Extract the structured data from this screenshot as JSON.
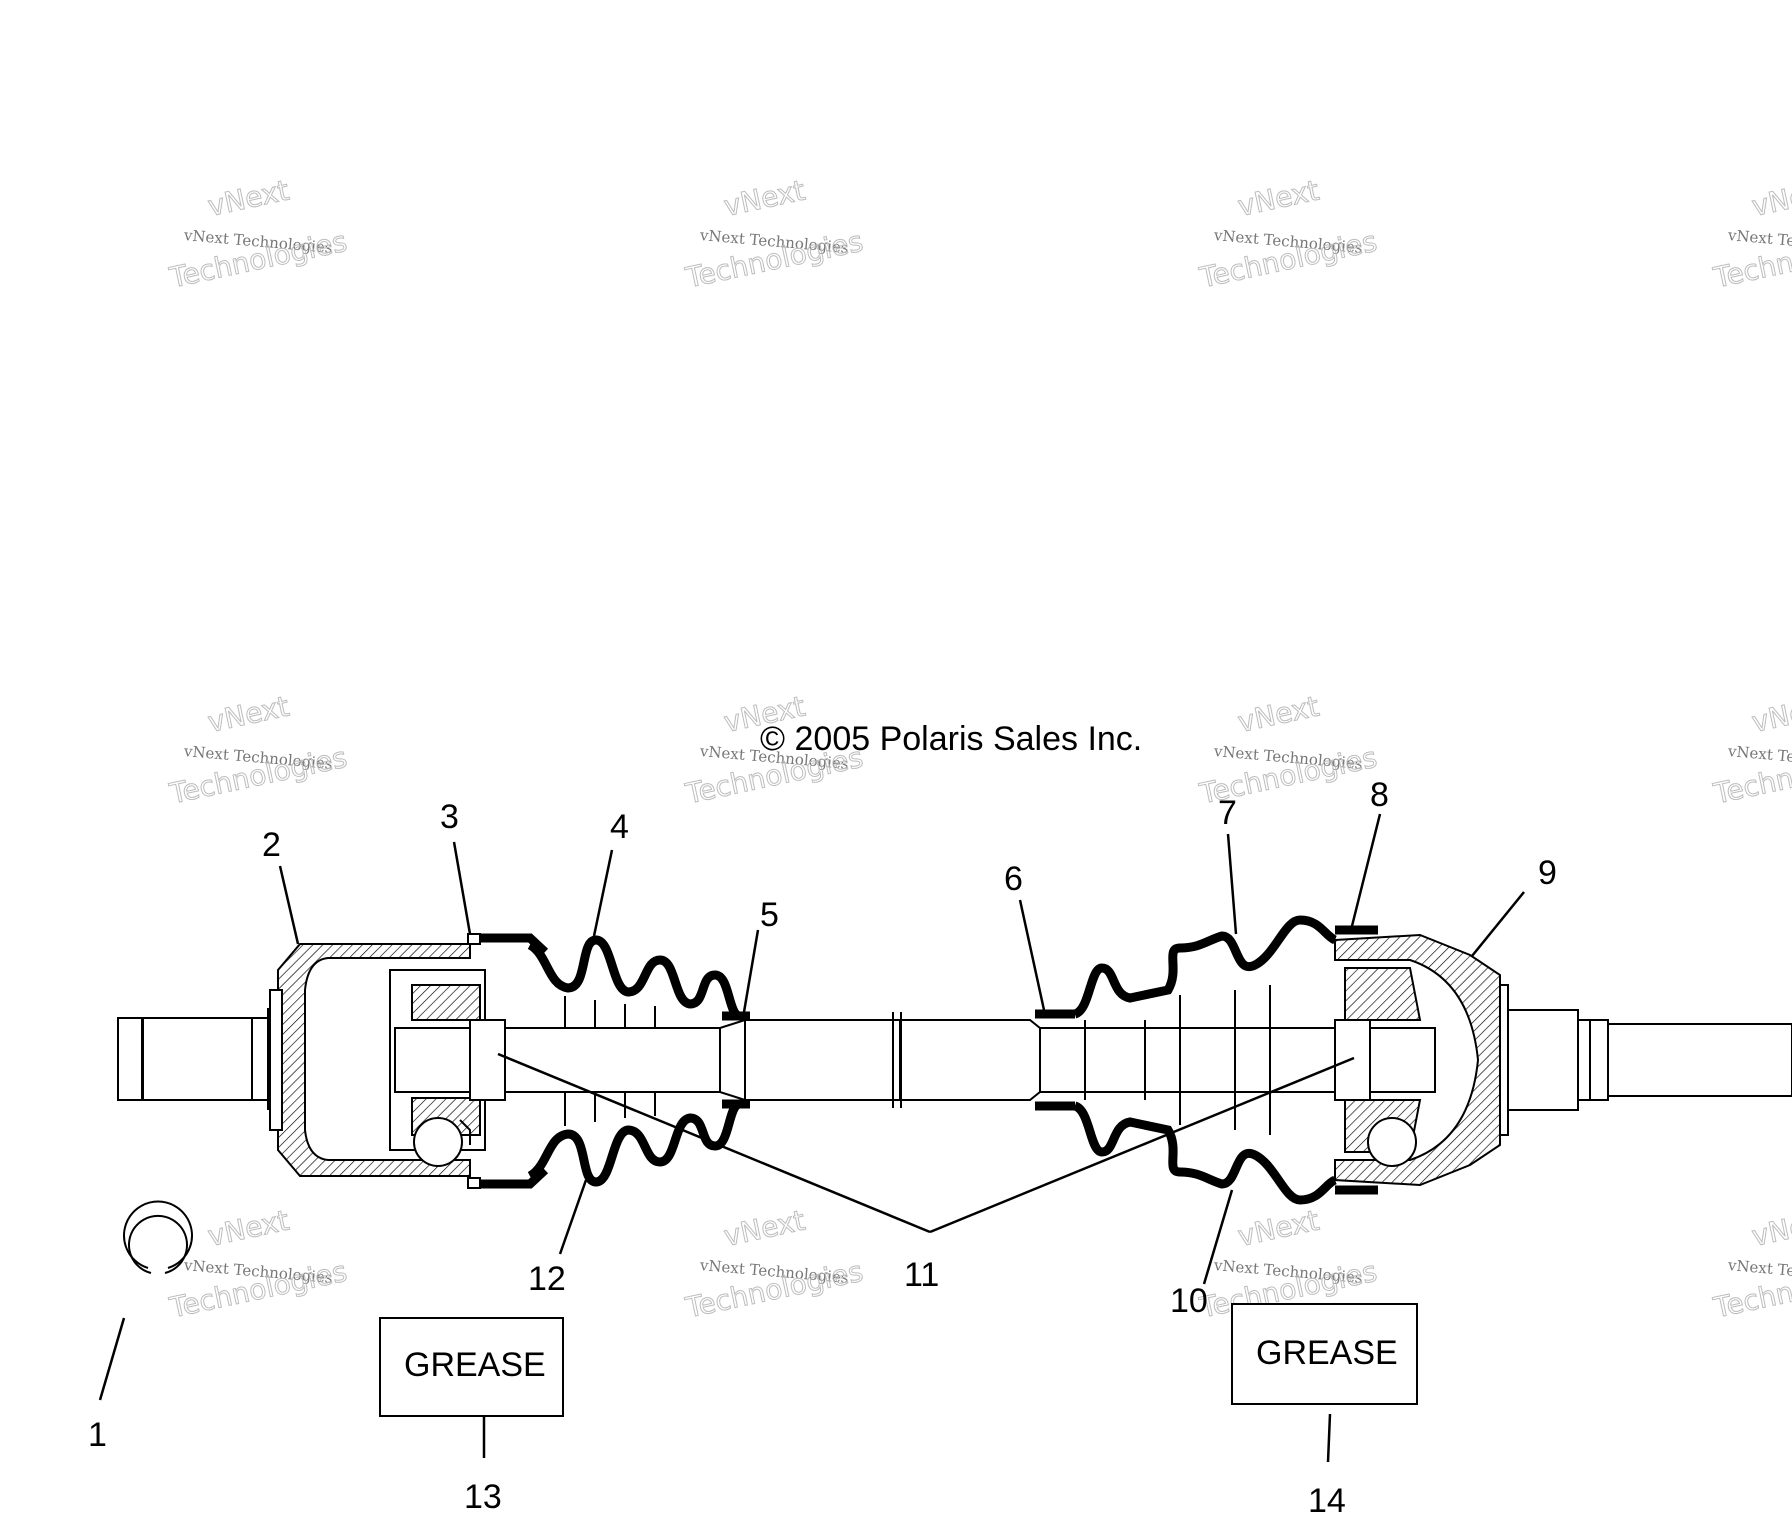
{
  "copyright": "© 2005 Polaris Sales Inc.",
  "watermark": {
    "line1": "vNext",
    "line2": "vNext Technologies",
    "line3": "Technologies"
  },
  "callouts": [
    {
      "id": "1",
      "label": "1"
    },
    {
      "id": "2",
      "label": "2"
    },
    {
      "id": "3",
      "label": "3"
    },
    {
      "id": "4",
      "label": "4"
    },
    {
      "id": "5",
      "label": "5"
    },
    {
      "id": "6",
      "label": "6"
    },
    {
      "id": "7",
      "label": "7"
    },
    {
      "id": "8",
      "label": "8"
    },
    {
      "id": "9",
      "label": "9"
    },
    {
      "id": "10",
      "label": "10"
    },
    {
      "id": "11",
      "label": "11"
    },
    {
      "id": "12",
      "label": "12"
    },
    {
      "id": "13",
      "label": "13"
    },
    {
      "id": "14",
      "label": "14"
    }
  ],
  "grease_boxes": [
    {
      "label": "GREASE"
    },
    {
      "label": "GREASE"
    }
  ]
}
